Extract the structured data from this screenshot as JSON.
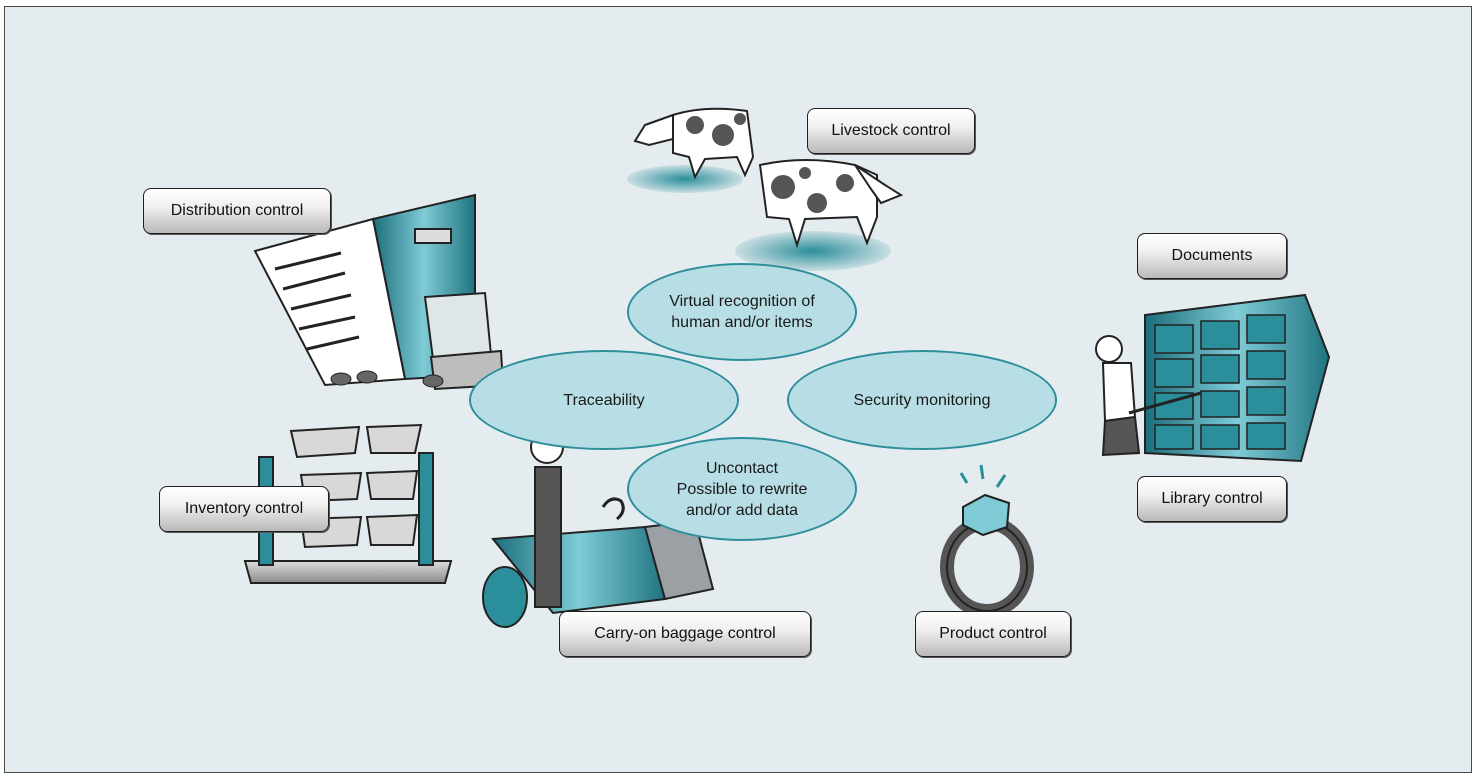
{
  "center_ellipses": {
    "virtual_recognition": [
      "Virtual recognition of",
      "human and/or items"
    ],
    "traceability": "Traceability",
    "security_monitoring": "Security monitoring",
    "uncontact": [
      "Uncontact",
      "Possible to rewrite",
      "and/or add data"
    ]
  },
  "applications": {
    "livestock": "Livestock control",
    "distribution": "Distribution control",
    "documents": "Documents",
    "library": "Library control",
    "inventory": "Inventory control",
    "baggage": "Carry-on baggage control",
    "product": "Product control"
  },
  "colors": {
    "background": "#e4ecef",
    "ellipse_fill": "#b7dde5",
    "ellipse_stroke": "#2e8e9c",
    "teal": "#2b8f9b",
    "dark": "#333333"
  },
  "icons": [
    "cow-icon",
    "truck-icon",
    "bookshelf-icon",
    "librarian-icon",
    "shelf-rack-icon",
    "airport-counter-icon",
    "ring-icon"
  ]
}
